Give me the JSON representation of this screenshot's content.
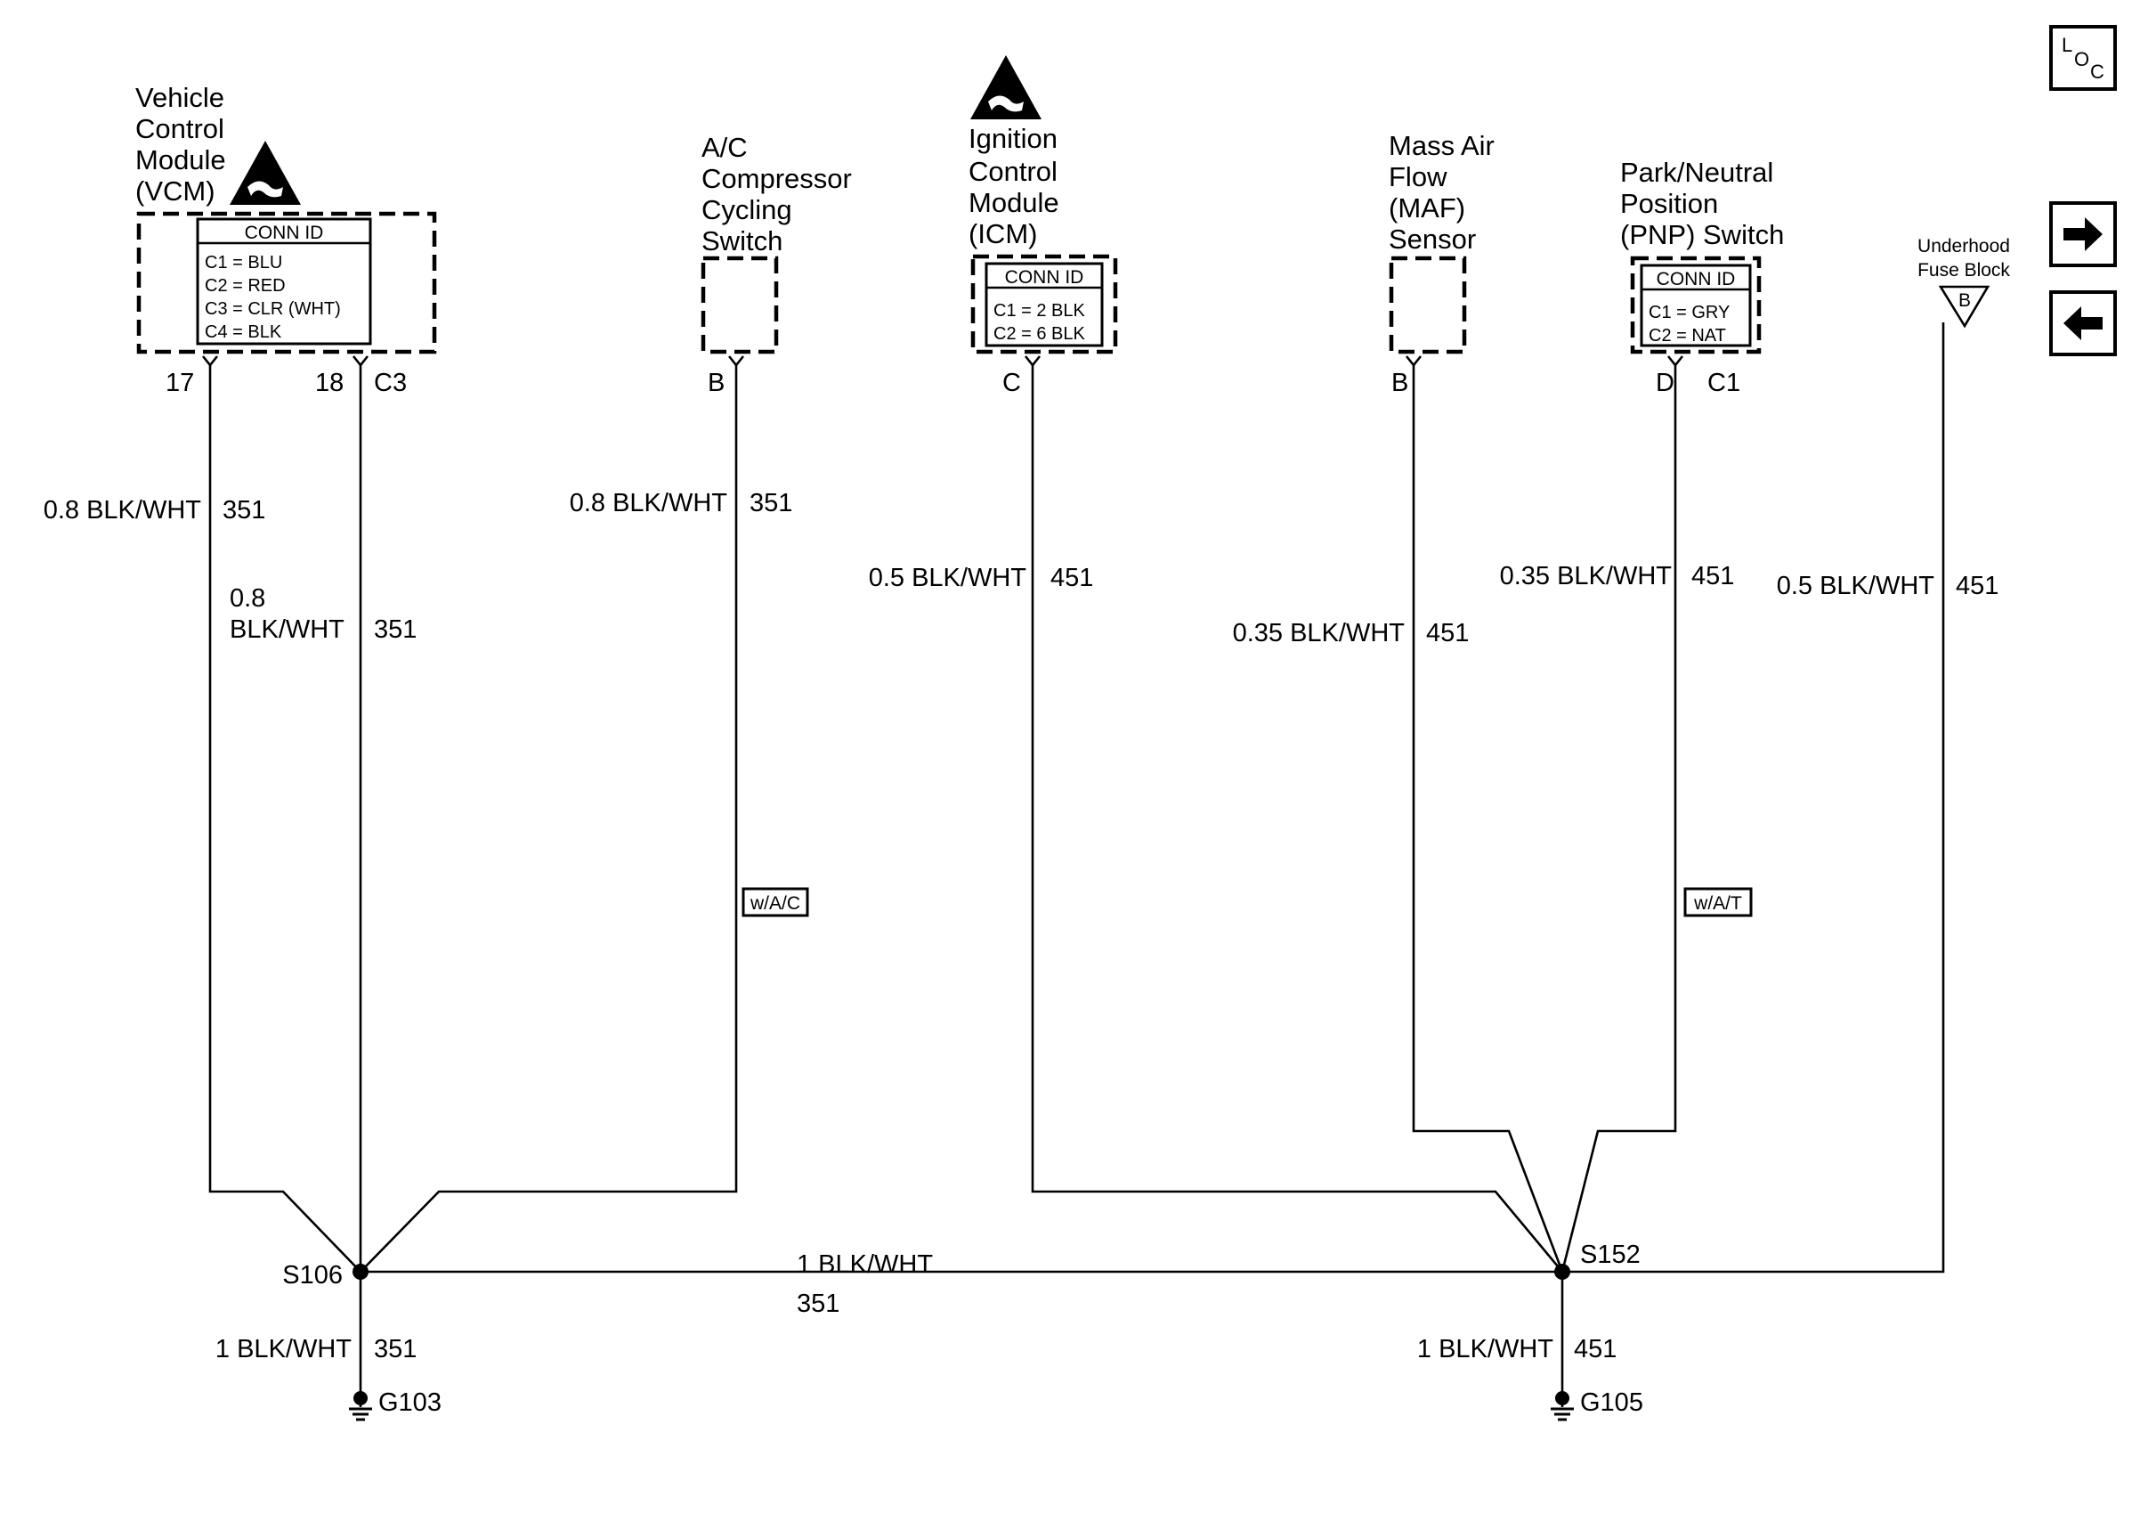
{
  "components": {
    "vcm": {
      "name": [
        "Vehicle",
        "Control",
        "Module",
        "(VCM)"
      ],
      "conn_id": {
        "header": "CONN ID",
        "rows": [
          "C1 = BLU",
          "C2 = RED",
          "C3 = CLR (WHT)",
          "C4 = BLK"
        ]
      },
      "pins": [
        "17",
        "18",
        "C3"
      ]
    },
    "ac_switch": {
      "name": [
        "A/C",
        "Compressor",
        "Cycling",
        "Switch"
      ],
      "pin": "B"
    },
    "icm": {
      "name": [
        "Ignition",
        "Control",
        "Module",
        "(ICM)"
      ],
      "conn_id": {
        "header": "CONN ID",
        "rows": [
          "C1 = 2 BLK",
          "C2 = 6 BLK"
        ]
      },
      "pin": "C"
    },
    "maf": {
      "name": [
        "Mass Air",
        "Flow",
        "(MAF)",
        "Sensor"
      ],
      "pin": "B"
    },
    "pnp": {
      "name": [
        "Park/Neutral",
        "Position",
        "(PNP) Switch"
      ],
      "conn_id": {
        "header": "CONN ID",
        "rows": [
          "C1 = GRY",
          "C2 = NAT"
        ]
      },
      "pins": [
        "D",
        "C1"
      ]
    },
    "fuse_block": {
      "name": [
        "Underhood",
        "Fuse Block"
      ],
      "terminal": "B"
    }
  },
  "wires": {
    "vcm_17": {
      "gauge_color": "0.8 BLK/WHT",
      "circuit": "351"
    },
    "vcm_18": {
      "gauge_color_lines": [
        "0.8",
        "BLK/WHT"
      ],
      "circuit": "351"
    },
    "ac": {
      "gauge_color": "0.8 BLK/WHT",
      "circuit": "351"
    },
    "icm": {
      "gauge_color": "0.5 BLK/WHT",
      "circuit": "451"
    },
    "maf": {
      "gauge_color": "0.35 BLK/WHT",
      "circuit": "451"
    },
    "pnp": {
      "gauge_color": "0.35 BLK/WHT",
      "circuit": "451"
    },
    "fuse": {
      "gauge_color": "0.5 BLK/WHT",
      "circuit": "451"
    },
    "bus": {
      "gauge_color": "1 BLK/WHT",
      "circuit": "351"
    },
    "g103": {
      "gauge_color": "1 BLK/WHT",
      "circuit": "351"
    },
    "g105": {
      "gauge_color": "1 BLK/WHT",
      "circuit": "451"
    }
  },
  "options": {
    "ac": "w/A/C",
    "at": "w/A/T"
  },
  "splices": {
    "left": "S106",
    "right": "S152"
  },
  "grounds": {
    "left": "G103",
    "right": "G105"
  },
  "nav": {
    "loc_icon": "location-icon",
    "next_icon": "arrow-right-icon",
    "prev_icon": "arrow-left-icon",
    "loc_letters": [
      "L",
      "O",
      "C"
    ]
  }
}
